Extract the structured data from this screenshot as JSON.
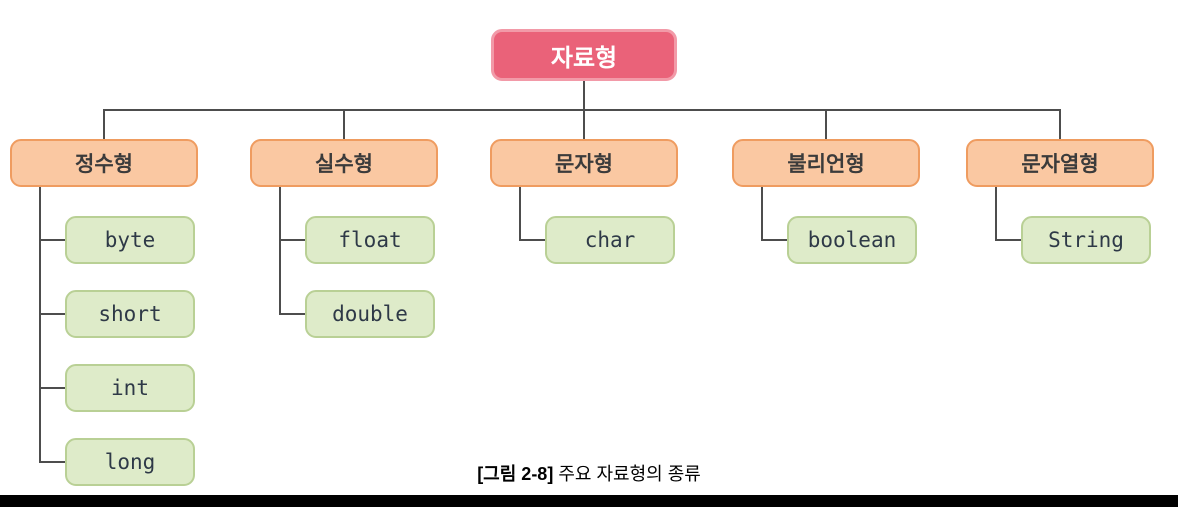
{
  "diagram": {
    "root": {
      "label": "자료형"
    },
    "groups": [
      {
        "label": "정수형",
        "children": [
          "byte",
          "short",
          "int",
          "long"
        ]
      },
      {
        "label": "실수형",
        "children": [
          "float",
          "double"
        ]
      },
      {
        "label": "문자형",
        "children": [
          "char"
        ]
      },
      {
        "label": "불리언형",
        "children": [
          "boolean"
        ]
      },
      {
        "label": "문자열형",
        "children": [
          "String"
        ]
      }
    ]
  },
  "caption": {
    "figure_label": "[그림 2-8]",
    "title": "주요 자료형의 종류"
  },
  "colors": {
    "root_fill": "#ea6279",
    "root_border": "#f29aa8",
    "root_text": "#ffffff",
    "group_fill": "#fac8a2",
    "group_border": "#ef9c60",
    "group_text": "#3b3b3b",
    "leaf_fill": "#deebc9",
    "leaf_border": "#b9d095",
    "leaf_text": "#2e3947",
    "connector": "#4d4d4d",
    "bottom_bar": "#000000"
  }
}
